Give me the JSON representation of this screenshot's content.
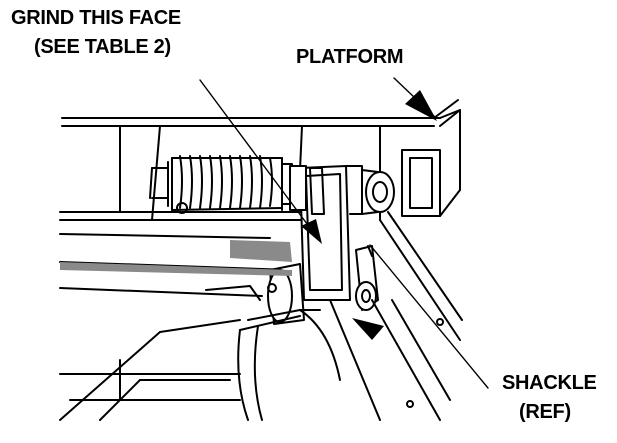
{
  "callouts": {
    "grind_line1": "GRIND THIS FACE",
    "grind_line2": "(SEE TABLE 2)",
    "platform": "PLATFORM",
    "shackle_line1": "SHACKLE",
    "shackle_line2": "(REF)"
  },
  "colors": {
    "ink": "#000000",
    "paper": "#ffffff",
    "shade": "#8a8a8a"
  }
}
